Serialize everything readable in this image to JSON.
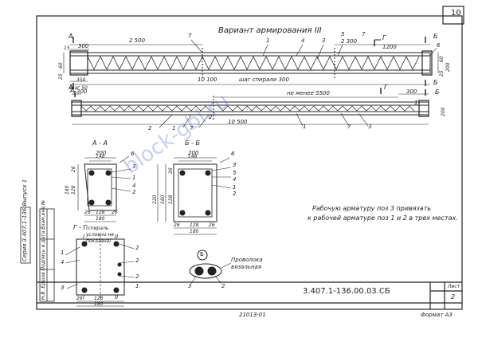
{
  "sheet": {
    "page_number": "10",
    "variant_title": "Вариант армирования III",
    "series_text": "Серия 3.407.1-136 Выпуск 1",
    "stamp_text": "Н.В. Ершов Подпись и дата Взам.инв.№",
    "designation": "3.407.1-136.00.03.СБ",
    "sheet_label": "Лист",
    "sheet_no": "2",
    "bottom_code": "21013-01",
    "format_label": "Формат А3",
    "watermark": "block-gbi.ru"
  },
  "top_view": {
    "label_a_left": "А",
    "label_a_right": "А",
    "label_b_left": "Б",
    "label_b_right": "Б",
    "label_g": "Г",
    "dim_300": "300",
    "dim_2500": "2 500",
    "dim_2300": "2 300",
    "dim_1200": "1200",
    "dim_10100": "10 100",
    "step_text": "шаг спирали 300",
    "step_left": "шаг 50",
    "dim_350": "350",
    "dim_15": "15",
    "left_vert_left": "60",
    "left_vert_left2": "25",
    "right_vert_1": "60",
    "right_vert_2": "25",
    "right_vert_3": "200",
    "pos_7a": "7",
    "pos_1": "1",
    "pos_4": "4",
    "pos_3": "3",
    "pos_5": "5",
    "pos_7b": "7",
    "pos_6": "6"
  },
  "bottom_view": {
    "label_a": "А",
    "label_b": "Б",
    "label_g": "Г",
    "dim_300": "300",
    "dim_not_less": "не менее 5500",
    "dim_300b": "300",
    "dim_10500": "10 500",
    "dim_200": "200",
    "pos_2a": "2",
    "pos_1": "1",
    "pos_7a": "7",
    "pos_2b": "2",
    "pos_1b": "1",
    "pos_7b": "7",
    "pos_3": "3",
    "pos_1c": "1"
  },
  "section_aa": {
    "title": "А - А",
    "dim_200": "200",
    "dim_148": "148",
    "dim_26": "26",
    "dim_26b": "26",
    "dim_128": "128",
    "dim_180": "180",
    "v_26": "26",
    "v_128": "128",
    "v_180": "180",
    "pos_6": "6",
    "pos_3": "3",
    "pos_1": "1",
    "pos_4": "4",
    "pos_2": "2"
  },
  "section_bb": {
    "title": "Б - Б",
    "dim_200": "200",
    "dim_148": "148",
    "dim_26": "26",
    "dim_26b": "26",
    "dim_128": "128",
    "dim_180": "180",
    "v_26": "26",
    "v_128": "128",
    "v_180": "180",
    "v_220": "220",
    "pos_6": "6",
    "pos_3": "3",
    "pos_5": "5",
    "pos_4": "4",
    "pos_1": "1",
    "pos_2": "2"
  },
  "section_gg": {
    "title": "Г - Г",
    "subtitle": "(спираль условно не показана)",
    "roman_1": "I",
    "roman_2": "II",
    "roman_3": "I",
    "roman_4": "II",
    "dim_26": "26",
    "dim_128": "128",
    "dim_180": "180",
    "pos_1": "1",
    "pos_4": "4",
    "pos_2a": "2",
    "pos_2b": "2",
    "pos_2c": "2",
    "pos_3": "3",
    "pos_1b": "1"
  },
  "detail_b": {
    "label": "Б",
    "wire_text": "Проволока вязальная",
    "pos_3": "3",
    "pos_2": "2"
  },
  "note": {
    "line1": "Рабочую арматуру поз 3 привязать",
    "line2": "к рабочей арматуре поз 1 и 2 в трех местах."
  }
}
